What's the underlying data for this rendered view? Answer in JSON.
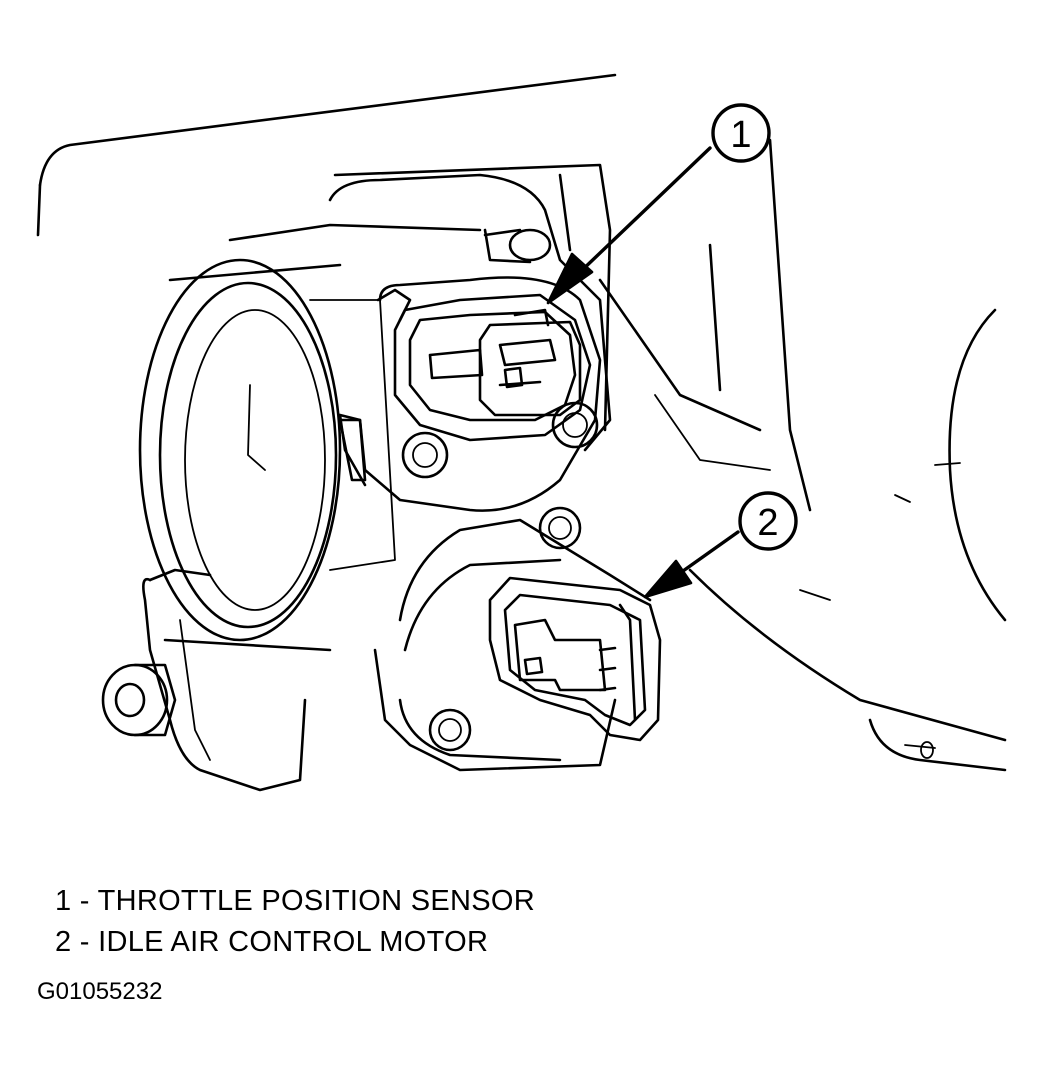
{
  "callouts": [
    {
      "number": "1",
      "label": "1 - THROTTLE POSITION SENSOR"
    },
    {
      "number": "2",
      "label": "2 - IDLE AIR CONTROL MOTOR"
    }
  ],
  "figure_code": "G01055232"
}
